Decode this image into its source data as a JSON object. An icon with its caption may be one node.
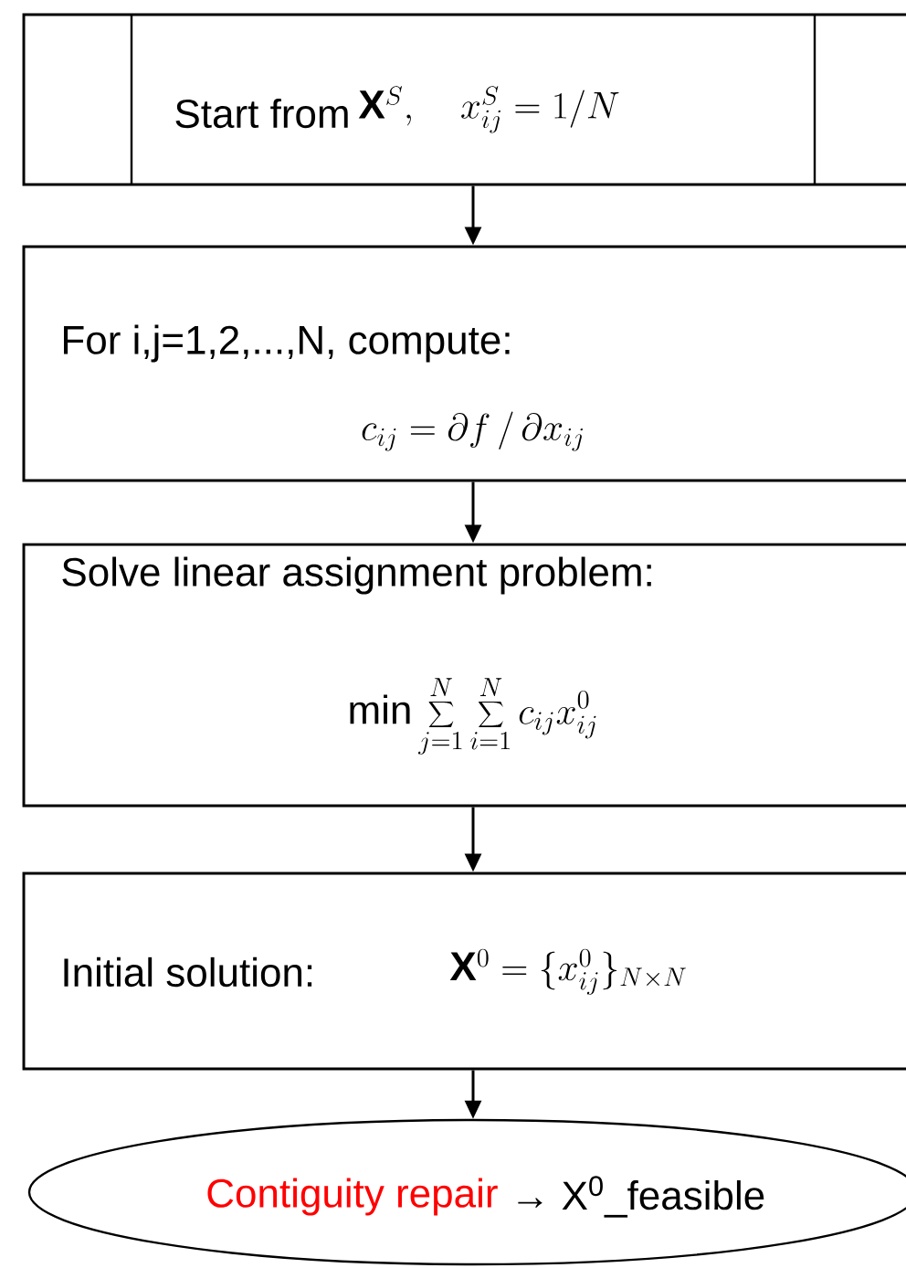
{
  "diagram": {
    "nodes": [
      {
        "text": [
          "Start from",
          "\\mathbf{X}^{S},\\quad x_{ij}^{S} = 1/N"
        ]
      },
      {
        "text": [
          "For i,j=1,2,...,N, compute:",
          "c_{ij} = \\partial f\\,/\\,\\partial x_{ij}"
        ]
      },
      {
        "text": [
          "Solve linear assignment problem:",
          "\\min\\sum_{j=1}^{N}\\sum_{i=1}^{N} c_{ij} x_{ij}^{0}"
        ]
      },
      {
        "text": [
          "Initial solution:",
          "\\mathbf{X}^{0} = \\{x_{ij}^{0}\\}_{N\\times N}"
        ]
      },
      {
        "text": [
          "Contiguity repair",
          "→ X$^{0}$_feasible"
        ]
      }
    ],
    "edges": [
      {
        "from": 0,
        "to": 1,
        "arrow": "to"
      },
      {
        "from": 1,
        "to": 2,
        "arrow": "to"
      },
      {
        "from": 2,
        "to": 3,
        "arrow": "to"
      },
      {
        "from": 3,
        "to": 4,
        "arrow": "to"
      }
    ]
  }
}
